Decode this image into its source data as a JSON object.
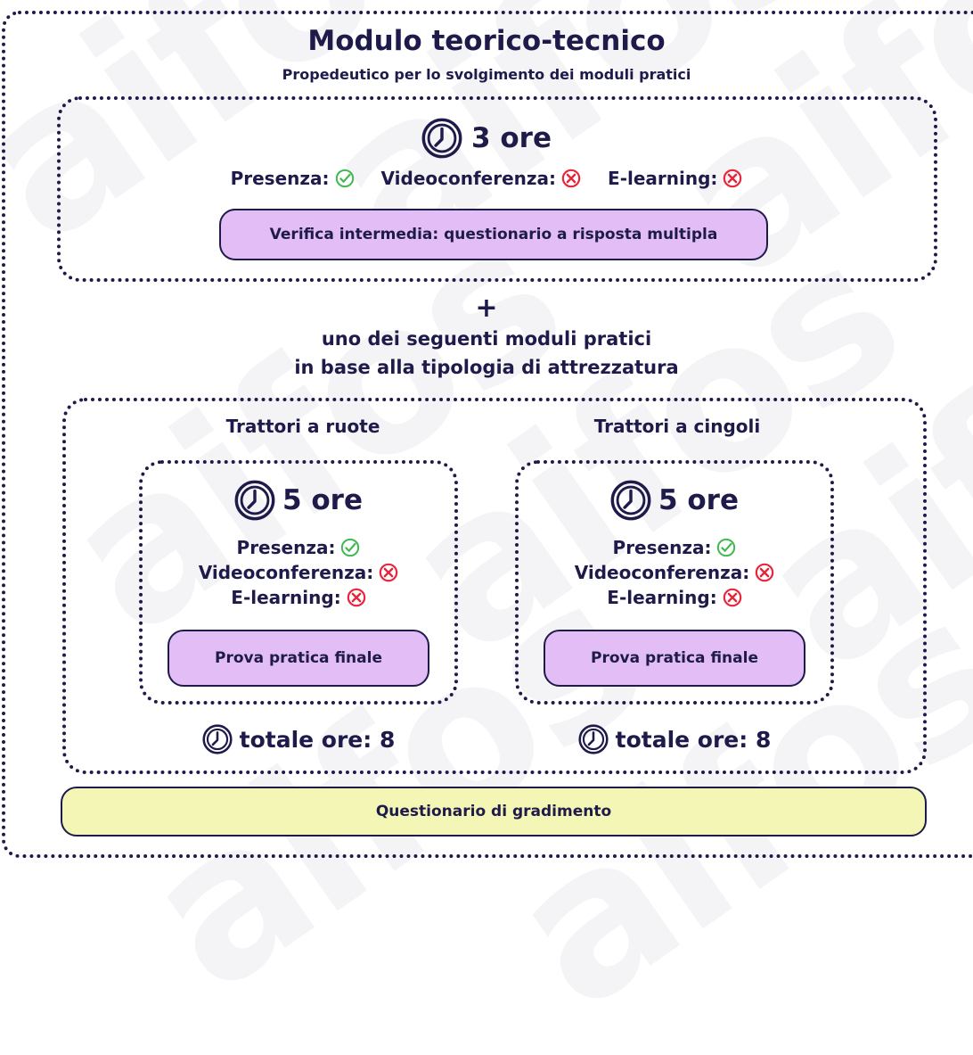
{
  "watermark": "aifos",
  "colors": {
    "navy": "#1e1b4b",
    "green": "#43b955",
    "red": "#e8253a",
    "purple": "#e3bdf5",
    "yellow": "#f4f6b5"
  },
  "icons": {
    "clock": "clock-icon",
    "yes": "check-circle-icon",
    "no": "cross-circle-icon"
  },
  "theory": {
    "title": "Modulo teorico-tecnico",
    "subtitle": "Propedeutico per lo svolgimento dei moduli pratici",
    "hours": "3 ore",
    "presenza_label": "Presenza:",
    "video_label": "Videoconferenza:",
    "elearning_label": "E-learning:",
    "verifica": "Verifica intermedia: questionario a risposta multipla"
  },
  "connector": {
    "plus": "+",
    "line1": "uno dei seguenti moduli pratici",
    "line2": "in base alla tipologia di attrezzatura"
  },
  "practical": [
    {
      "title": "Trattori a ruote",
      "hours": "5 ore",
      "presenza_label": "Presenza:",
      "video_label": "Videoconferenza:",
      "elearning_label": "E-learning:",
      "exam": "Prova pratica finale",
      "total": "totale ore: 8"
    },
    {
      "title": "Trattori a cingoli",
      "hours": "5 ore",
      "presenza_label": "Presenza:",
      "video_label": "Videoconferenza:",
      "elearning_label": "E-learning:",
      "exam": "Prova pratica finale",
      "total": "totale ore: 8"
    }
  ],
  "footer": {
    "gradimento": "Questionario di gradimento"
  }
}
